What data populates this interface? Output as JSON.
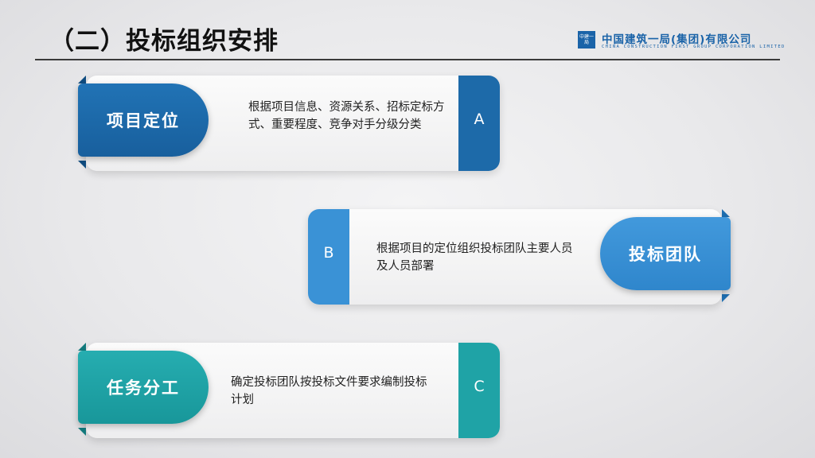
{
  "header": {
    "title": "（二）投标组织安排",
    "logo": {
      "mark": "中建一局",
      "name_cn": "中国建筑一局(集团)有限公司",
      "name_en": "CHINA CONSTRUCTION FIRST GROUP CORPORATION LIMITED"
    }
  },
  "items": [
    {
      "letter": "A",
      "label": "项目定位",
      "description": "根据项目信息、资源关系、招标定标方式、重要程度、竞争对手分级分类",
      "color": "#1d6aa9"
    },
    {
      "letter": "B",
      "label": "投标团队",
      "description": "根据项目的定位组织投标团队主要人员及人员部署",
      "color": "#3a92d6"
    },
    {
      "letter": "C",
      "label": "任务分工",
      "description": "确定投标团队按投标文件要求编制投标计划",
      "color": "#1fa3a6"
    }
  ]
}
